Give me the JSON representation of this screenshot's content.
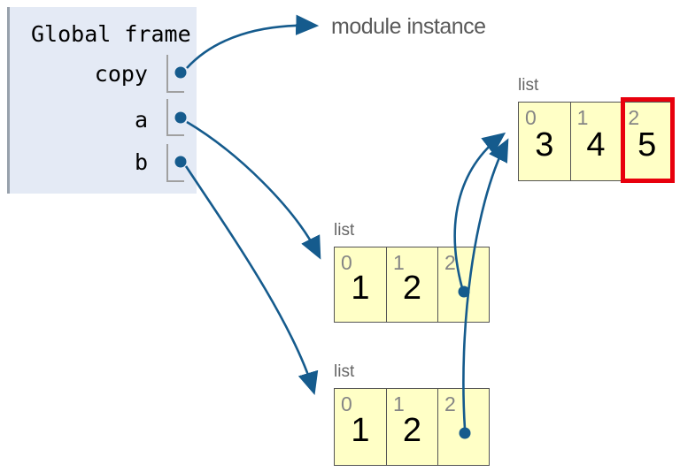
{
  "frame": {
    "title": "Global frame",
    "variables": [
      {
        "name": "copy"
      },
      {
        "name": "a"
      },
      {
        "name": "b"
      }
    ]
  },
  "module_instance_label": "module instance",
  "lists": [
    {
      "id": "list-top",
      "label": "list",
      "highlighted_index": 2,
      "cells": [
        {
          "index": "0",
          "value": "3"
        },
        {
          "index": "1",
          "value": "4"
        },
        {
          "index": "2",
          "value": "5"
        }
      ]
    },
    {
      "id": "list-middle",
      "label": "list",
      "cells": [
        {
          "index": "0",
          "value": "1"
        },
        {
          "index": "1",
          "value": "2"
        },
        {
          "index": "2",
          "value": "",
          "pointer": true
        }
      ]
    },
    {
      "id": "list-bottom",
      "label": "list",
      "cells": [
        {
          "index": "0",
          "value": "1"
        },
        {
          "index": "1",
          "value": "2"
        },
        {
          "index": "2",
          "value": "",
          "pointer": true
        }
      ]
    }
  ],
  "references": [
    {
      "from": "copy",
      "to": "module instance"
    },
    {
      "from": "a",
      "to": "list-middle"
    },
    {
      "from": "b",
      "to": "list-bottom"
    },
    {
      "from": "list-middle[2]",
      "to": "list-top"
    },
    {
      "from": "list-bottom[2]",
      "to": "list-top"
    }
  ],
  "colors": {
    "arrow_blue": "#155b8d",
    "frame_background": "#e4eaf5",
    "frame_left_border": "#98a1ac",
    "cell_background": "#ffffc6",
    "cell_border": "#545454",
    "highlight_red": "#e8000d",
    "index_gray": "#858585",
    "label_gray": "#666666"
  }
}
